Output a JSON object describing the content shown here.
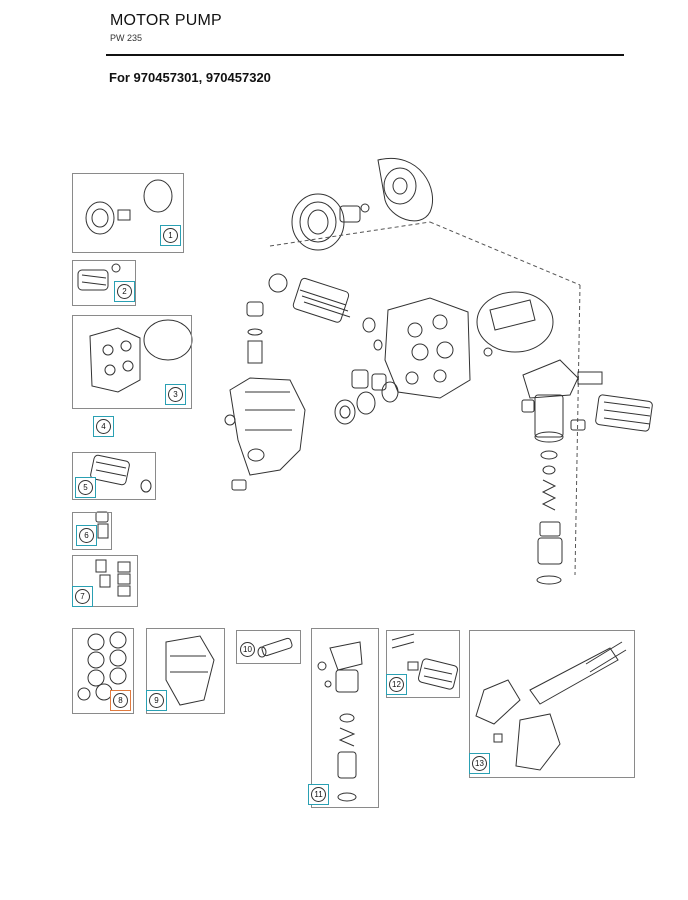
{
  "header": {
    "title": "MOTOR PUMP",
    "model": "PW 235",
    "subtitle": "For 970457301, 970457320"
  },
  "parts": [
    {
      "id": "part-1",
      "label": "1"
    },
    {
      "id": "part-2",
      "label": "2"
    },
    {
      "id": "part-3",
      "label": "3"
    },
    {
      "id": "part-4",
      "label": "4"
    },
    {
      "id": "part-5",
      "label": "5"
    },
    {
      "id": "part-6",
      "label": "6"
    },
    {
      "id": "part-7",
      "label": "7"
    },
    {
      "id": "part-8",
      "label": "8"
    },
    {
      "id": "part-9",
      "label": "9"
    },
    {
      "id": "part-10",
      "label": "10"
    },
    {
      "id": "part-11",
      "label": "11"
    },
    {
      "id": "part-12",
      "label": "12"
    },
    {
      "id": "part-13",
      "label": "13"
    }
  ],
  "colors": {
    "badge_border": "#2aa0b3",
    "badge_selected": "#e07a3f",
    "line": "#333333"
  }
}
